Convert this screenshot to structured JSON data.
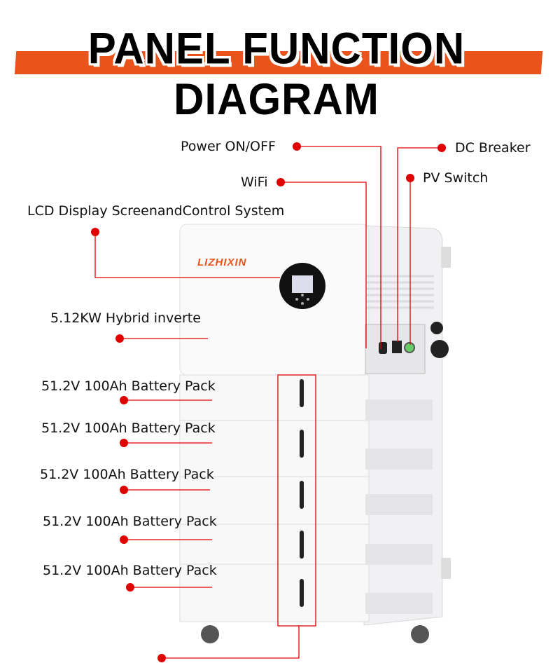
{
  "title": "PANEL FUNCTION DIAGRAM",
  "brand_logo": "LIZHIXIN",
  "colors": {
    "accent": "#e8541b",
    "callout": "#e00000"
  },
  "callouts": {
    "power": "Power ON/OFF",
    "dc_breaker": "DC Breaker",
    "wifi": "WiFi",
    "pv_switch": "PV Switch",
    "lcd": "LCD Display ScreenandControl System",
    "inverter": "5.12KW Hybrid inverte",
    "battery_packs": [
      "51.2V 100Ah Battery Pack",
      "51.2V 100Ah Battery Pack",
      "51.2V 100Ah Battery Pack",
      "51.2V 100Ah Battery Pack",
      "51.2V 100Ah Battery Pack"
    ]
  }
}
